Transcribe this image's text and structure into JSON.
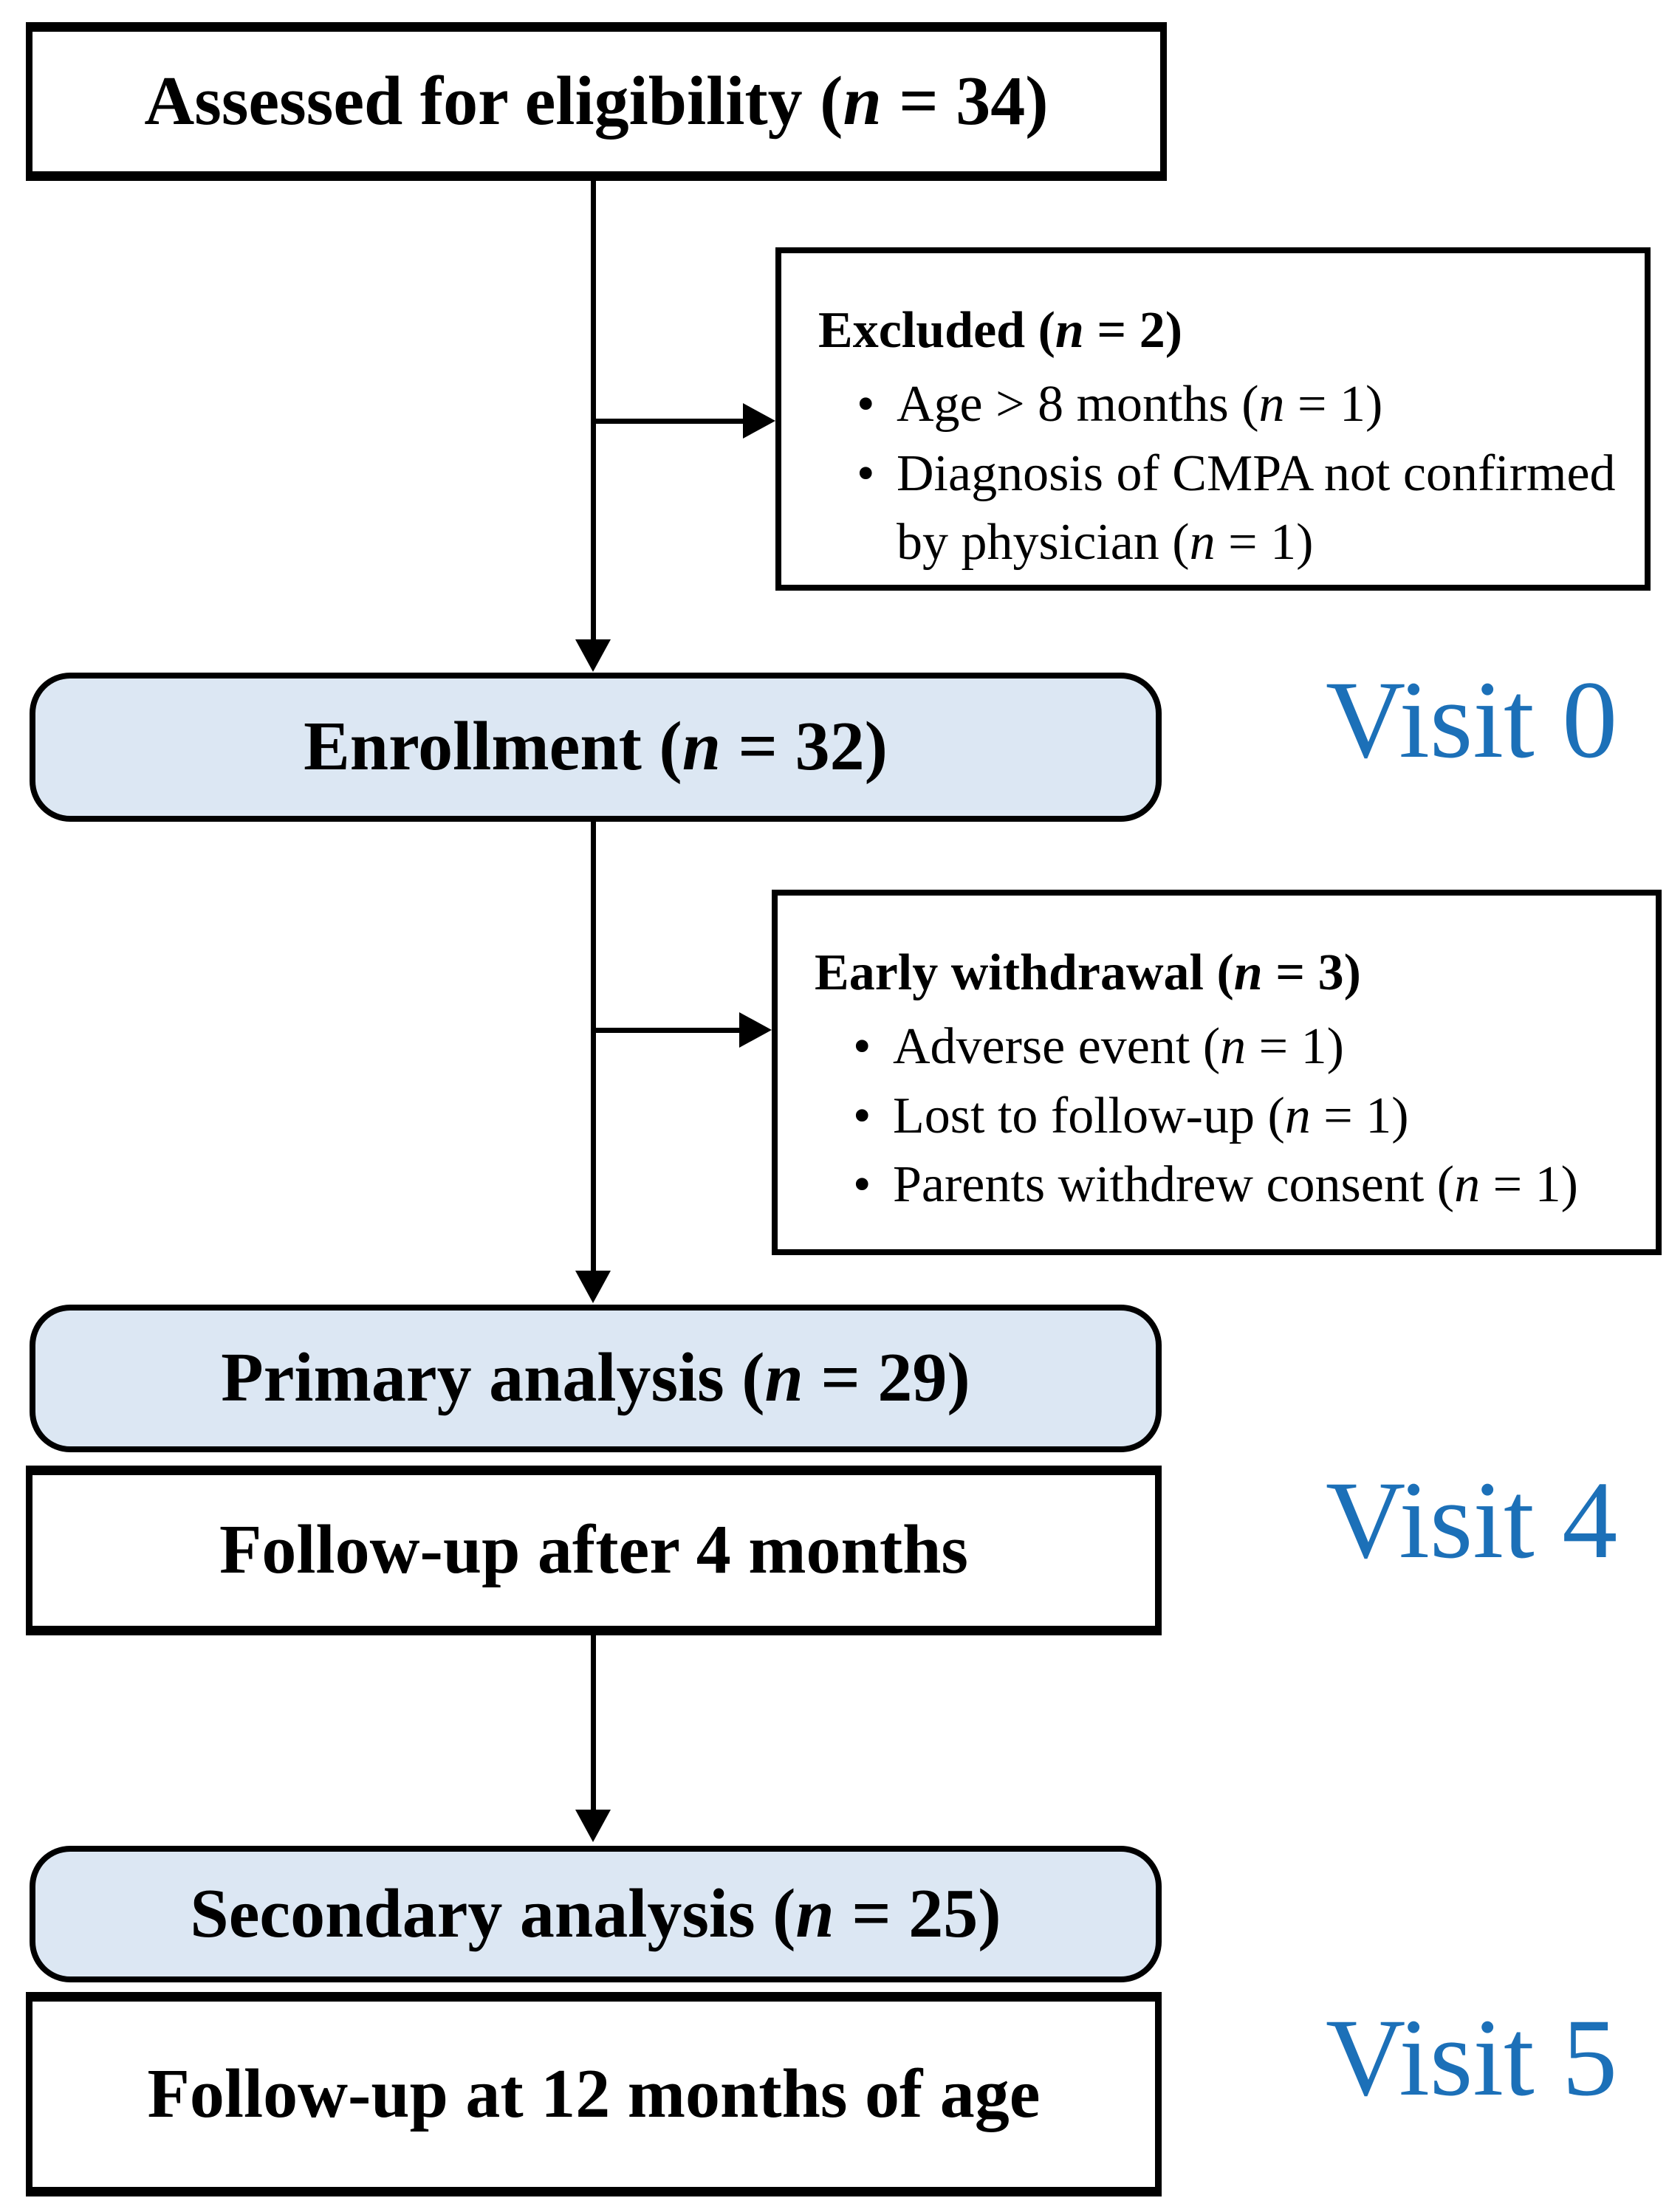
{
  "flow": {
    "assessed": {
      "label": "Assessed for eligibility (n = 34)"
    },
    "excluded": {
      "title": "Excluded (n = 2)",
      "items": [
        "Age > 8 months (n = 1)",
        "Diagnosis of CMPA not confirmed by physician (n = 1)"
      ]
    },
    "enrollment": {
      "label": "Enrollment (n = 32)",
      "visit": "Visit 0"
    },
    "early_withdrawal": {
      "title": "Early withdrawal (n = 3)",
      "items": [
        "Adverse event (n = 1)",
        "Lost to follow-up (n = 1)",
        "Parents withdrew consent (n = 1)"
      ]
    },
    "primary": {
      "label": "Primary analysis (n = 29)"
    },
    "followup4": {
      "label": "Follow-up after 4 months",
      "visit": "Visit 4"
    },
    "secondary": {
      "label": "Secondary analysis (n = 25)"
    },
    "followup12": {
      "label": "Follow-up at 12 months of age",
      "visit": "Visit 5"
    }
  },
  "colors": {
    "box_fill": "#dce7f3",
    "visit_text": "#1c70b8",
    "line": "#000000"
  }
}
